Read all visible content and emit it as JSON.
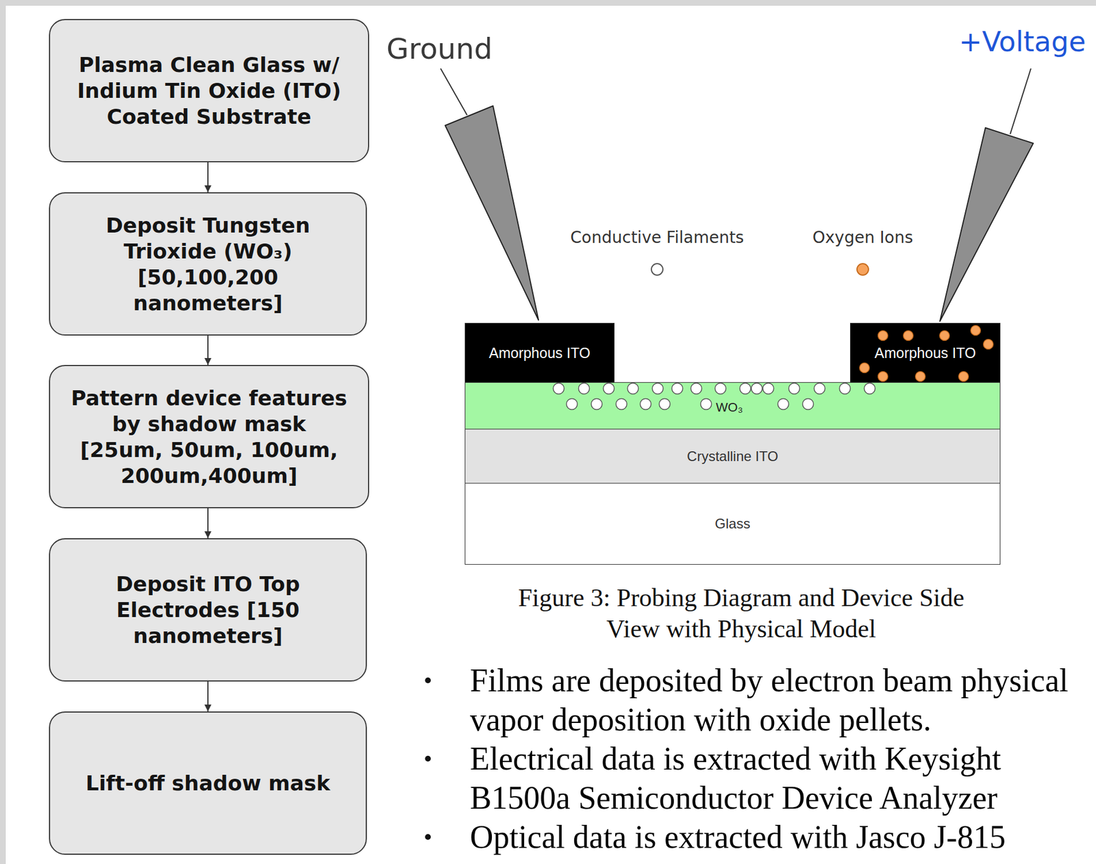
{
  "diagram": {
    "caption": "Figure 3: Probing Diagram and Device Side View with Physical Model",
    "nodes": [
      {
        "text": [
          "Plasma Clean Glass w/ Indium Tin Oxide (ITO) Coated Substrate"
        ]
      },
      {
        "text": [
          "Deposit Tungsten Trioxide (WO₃) [50,100,200 nanometers]"
        ]
      },
      {
        "text": [
          "Pattern device features by shadow mask",
          "[25um, 50um, 100um, 200um,400um]"
        ]
      },
      {
        "text": [
          "Deposit ITO Top Electrodes [150 nanometers]"
        ]
      },
      {
        "text": [
          "Lift-off shadow mask"
        ]
      },
      {
        "text": [
          "Amorphous ITO"
        ]
      },
      {
        "text": [
          "Amorphous ITO"
        ]
      },
      {
        "text": [
          "WO₃"
        ]
      },
      {
        "text": [
          "Crystalline ITO"
        ]
      },
      {
        "text": [
          "Glass"
        ]
      }
    ],
    "edges": [
      {
        "from": 0,
        "to": 1,
        "arrow": "to"
      },
      {
        "from": 1,
        "to": 2,
        "arrow": "to"
      },
      {
        "from": 2,
        "to": 3,
        "arrow": "to"
      },
      {
        "from": 3,
        "to": 4,
        "arrow": "to"
      }
    ],
    "labels": [
      "Ground",
      "+Voltage",
      "Films are deposited by electron beam physical vapor deposition with oxide pellets.",
      "Electrical data is extracted with Keysight B1500a Semiconductor Device Analyzer",
      "Optical data is extracted with Jasco J-815"
    ],
    "legend": [
      {
        "text": "Conductive Filaments",
        "color": "#ffffff"
      },
      {
        "text": "Oxygen Ions",
        "color": "#f7a35c"
      }
    ]
  }
}
